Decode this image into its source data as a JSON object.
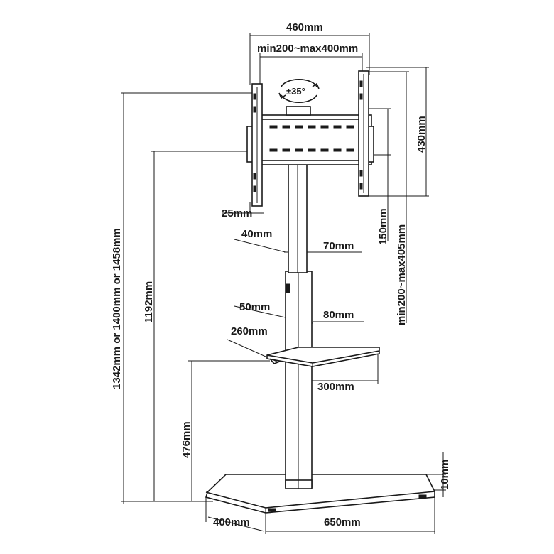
{
  "dimensions": {
    "bracket_width": "460mm",
    "vesa_horizontal": "min200~max400mm",
    "tilt": "±35°",
    "bracket_height": "430mm",
    "rail_offset": "25mm",
    "vesa_vertical": "min200~max405mm",
    "bracket_offset": "150mm",
    "upper_pole_depth": "40mm",
    "upper_pole_width": "70mm",
    "lower_pole_depth": "50mm",
    "lower_pole_width": "80mm",
    "shelf_depth": "260mm",
    "shelf_width": "300mm",
    "total_height": "1342mm or 1400mm or 1458mm",
    "mount_height": "1192mm",
    "shelf_height": "476mm",
    "base_thickness": "10mm",
    "base_depth": "400mm",
    "base_width": "650mm"
  }
}
